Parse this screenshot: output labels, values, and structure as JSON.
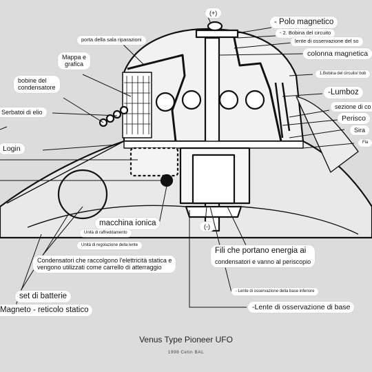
{
  "labels": {
    "plus": "(+)",
    "polo_magnetico": "- Polo magnetico",
    "bobina_circuito": "- 2. Bobina del circuito",
    "lente_osservazione": "lente di osservazione del so",
    "colonna_magnetica": "colonna magnetica",
    "bobina_small": "1.Bobina del circuito/ bob",
    "lumboz": "-Lumboz",
    "sezione": "sezione di co",
    "periscopio": "Perisco",
    "sira": "Sira",
    "fla": "Fla",
    "porta_sala": "porta della sala riparazioni",
    "mappa": "Mappa e",
    "grafica": "grafica",
    "bobine_del": "bobine del",
    "condensatore": "condensatore",
    "serbatoi_elio": "Serbatoi di elio",
    "login": "Login",
    "macchina_ionica": "macchina ionica",
    "unita_raffreddamento": "Unità di raffreddamento",
    "unita_regolazione": "Unità di regolazione della lente",
    "condensatori_1": "Condensatori che raccolgono l'elettricità statica e",
    "condensatori_2": "vengono utilizzati come carrello di atterraggio",
    "set_batterie": "set di batterie",
    "magneto": "Magneto - reticolo statico",
    "minus": "(-)",
    "fili_1": "Fili che portano energia ai",
    "fili_2": "condensatori e vanno al periscopio",
    "lente_base_inferiore": "- Lente di osservazione della base inferiore",
    "lente_base": "-Lente di osservazione di base"
  },
  "caption": {
    "title": "Venus Type Pioneer UFO",
    "credit": "1998 Cetin BAL"
  }
}
